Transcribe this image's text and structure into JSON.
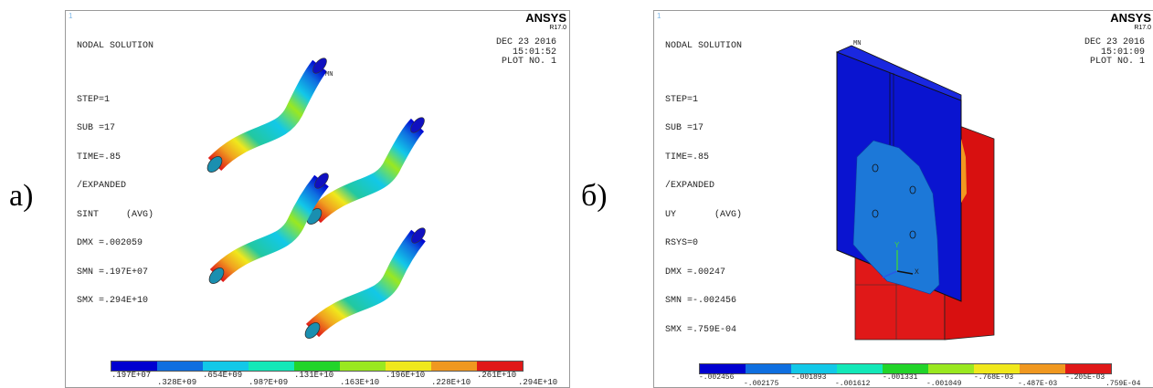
{
  "panel_a": {
    "label": "а)",
    "corner_number": "1",
    "title": "NODAL SOLUTION",
    "info_lines": [
      "STEP=1",
      "SUB =17",
      "TIME=.85",
      "/EXPANDED",
      "SINT     (AVG)",
      "DMX =.002059",
      "SMN =.197E+07",
      "SMX =.294E+10"
    ],
    "brand": "ANSYS",
    "version": "R17.0",
    "date": "DEC 23 2016",
    "time": "15:01:52",
    "plot_no": "PLOT NO.   1",
    "mx_label": "MN",
    "legend_colors": [
      "#0000d0",
      "#0f6fe0",
      "#12c8e8",
      "#13e8b8",
      "#22d42a",
      "#9ae820",
      "#f0e81c",
      "#f09820",
      "#e01818"
    ],
    "legend_top_ticks": [
      ".197E+07",
      ".654E+09",
      ".131E+10",
      ".196E+10",
      ".261E+10"
    ],
    "legend_bottom_ticks": [
      ".328E+09",
      ".98?E+09",
      ".163E+10",
      ".228E+10",
      ".294E+10"
    ]
  },
  "panel_b": {
    "label": "б)",
    "corner_number": "1",
    "title": "NODAL SOLUTION",
    "info_lines": [
      "STEP=1",
      "SUB =17",
      "TIME=.85",
      "/EXPANDED",
      "UY       (AVG)",
      "RSYS=0",
      "DMX =.00247",
      "SMN =-.002456",
      "SMX =.759E-04"
    ],
    "brand": "ANSYS",
    "version": "R17.0",
    "date": "DEC 23 2016",
    "time": "15:01:09",
    "plot_no": "PLOT NO.   1",
    "mn_label": "MN",
    "axis_y": "Y",
    "axis_x": "X",
    "legend_colors": [
      "#0000d0",
      "#0f6fe0",
      "#12c8e8",
      "#13e8b8",
      "#22d42a",
      "#9ae820",
      "#f0e81c",
      "#f09820",
      "#e01818"
    ],
    "legend_top_ticks": [
      "-.002456",
      "-.001893",
      "-.001331",
      "-.768E-03",
      "-.205E-03"
    ],
    "legend_bottom_ticks": [
      "-.002175",
      "-.001612",
      "-.001049",
      "-.487E-03",
      ".759E-04"
    ]
  }
}
